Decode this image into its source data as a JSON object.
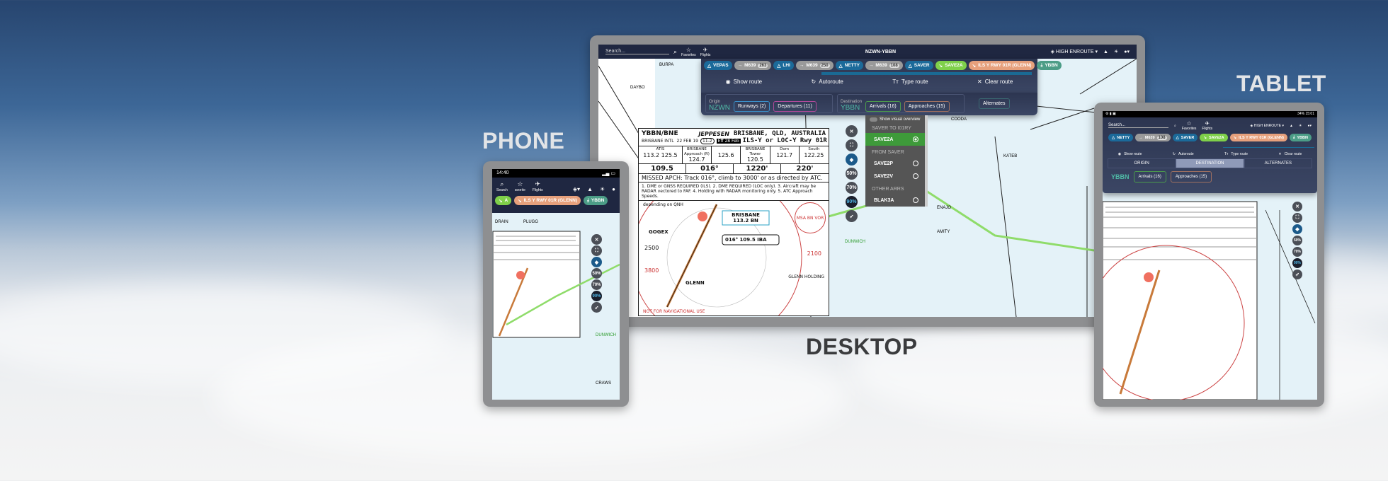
{
  "labels": {
    "phone": "PHONE",
    "desktop": "DESKTOP",
    "tablet": "TABLET"
  },
  "colors": {
    "navy": "#1f2741",
    "waypoint": "#1b6a9a",
    "airway": "#9a9a9a",
    "star": "#7fd04a",
    "approach": "#e6a07c",
    "destination": "#4c9d87",
    "route_line": "#8fdc6a"
  },
  "desktop": {
    "search_placeholder": "Search...",
    "favorites": "Favorites",
    "flights": "Flights",
    "route_title": "NZWN-YBBN",
    "layer": "HIGH ENROUTE",
    "route_pills": [
      {
        "label": "VEPAS",
        "type": "waypoint"
      },
      {
        "label": "M639",
        "num": "263",
        "type": "airway"
      },
      {
        "label": "LHI",
        "type": "waypoint"
      },
      {
        "label": "M639",
        "num": "250",
        "type": "airway"
      },
      {
        "label": "NETTY",
        "type": "waypoint"
      },
      {
        "label": "M639",
        "num": "108",
        "type": "airway"
      },
      {
        "label": "SAVER",
        "type": "waypoint"
      },
      {
        "label": "SAVE2A",
        "type": "star"
      },
      {
        "label": "ILS Y RWY 01R (GLENN)",
        "type": "approach"
      },
      {
        "label": "YBBN",
        "type": "destination"
      }
    ],
    "actions": {
      "show_route": "Show route",
      "autoroute": "Autoroute",
      "type_route": "Type route",
      "clear_route": "Clear route"
    },
    "origin": {
      "label": "Origin",
      "code": "NZWN",
      "runways": "Runways (2)",
      "departures": "Departures (11)"
    },
    "destination": {
      "label": "Destination",
      "code": "YBBN",
      "arrivals": "Arrivals (16)",
      "approaches": "Approaches (15)"
    },
    "alternates": "Alternates",
    "visual_overview": "Show visual overview",
    "arrivals_dropdown": {
      "sections": [
        {
          "title": "SAVER TO I01RY",
          "items": [
            {
              "label": "SAVE2A",
              "selected": true
            }
          ]
        },
        {
          "title": "FROM SAVER",
          "items": [
            {
              "label": "SAVE2P",
              "selected": false
            },
            {
              "label": "SAVE2V",
              "selected": false
            }
          ]
        },
        {
          "title": "OTHER ARRS",
          "items": [
            {
              "label": "BLAK3A",
              "selected": false
            }
          ]
        }
      ]
    },
    "map_controls": {
      "opacity": [
        "50%",
        "70%",
        "90%"
      ]
    },
    "map_labels": [
      "BURPA",
      "DAYBO",
      "COODA",
      "KATEB",
      "ENAJO",
      "AMITY",
      "DUNWICH",
      "GLENN",
      "GOGEX",
      "2500",
      "3800",
      "2100"
    ]
  },
  "chart": {
    "airport": "YBBN/BNE",
    "airport_name": "BRISBANE INTL",
    "brand": "JEPPESEN",
    "date": "22 FEB 19",
    "page": "11-2",
    "eff": "Eff 28 Feb",
    "title_line1": "BRISBANE, QLD, AUSTRALIA",
    "title_line2": "ILS-Y or LOC-Y Rwy 01R",
    "freqs": [
      {
        "label": "ATIS",
        "value": "113.2  125.5"
      },
      {
        "label": "BRISBANE Approach (R)",
        "value": "124.7"
      },
      {
        "label": "",
        "value": "125.6"
      },
      {
        "label": "BRISBANE Tower",
        "value": "120.5"
      },
      {
        "label": "Dom",
        "value": "121.7"
      },
      {
        "label": "South",
        "value": "122.25"
      }
    ],
    "loc": "109.5",
    "crs": "016°",
    "gs": "1220'",
    "da": "220'",
    "missed": "MISSED APCH: Track 016°, climb to 3000' or as directed by ATC.",
    "notes": "1. DME or GNSS REQUIRED (ILS). 2. DME REQUIRED (LOC only). 3. Aircraft may be RADAR vectored to FAF. 4. Holding with RADAR monitoring only. 5. ATC Approach Speeds.",
    "qnh": "depending on QNH",
    "vor": "BRISBANE 113.2 BN",
    "ils_label": "016° 109.5 IBA",
    "msa": "MSA BN VOR",
    "holding": "GLENN HOLDING",
    "not_for_nav": "NOT FOR NAVIGATIONAL USE"
  },
  "tablet": {
    "status_right": "34% 15:01",
    "search_placeholder": "Search...",
    "favorites": "Favorites",
    "flights": "Flights",
    "layer": "HIGH ENROUTE",
    "route_pills": [
      {
        "label": "NETTY",
        "type": "waypoint"
      },
      {
        "label": "M639",
        "num": "108",
        "type": "airway"
      },
      {
        "label": "SAVER",
        "type": "waypoint"
      },
      {
        "label": "SAVE2A",
        "type": "star"
      },
      {
        "label": "ILS Y RWY 01R (GLENN)",
        "type": "approach"
      },
      {
        "label": "YBBN",
        "type": "destination"
      }
    ],
    "actions": {
      "show_route": "Show route",
      "autoroute": "Autoroute",
      "type_route": "Type route",
      "clear_route": "Clear route"
    },
    "tabs": [
      "ORIGIN",
      "DESTINATION",
      "ALTERNATES"
    ],
    "active_tab": "DESTINATION",
    "dest_code": "YBBN",
    "arrivals": "Arrivals (16)",
    "approaches": "Approaches (15)"
  },
  "phone": {
    "time": "14:40",
    "search": "Search",
    "favorites": "avorite",
    "flights": "Flights",
    "route_pills": [
      {
        "label": "A",
        "type": "star"
      },
      {
        "label": "ILS Y RWY 01R (GLENN)",
        "type": "approach"
      },
      {
        "label": "YBBN",
        "type": "destination"
      }
    ],
    "map_labels": [
      "DRAIN",
      "PLUGG",
      "DUNWICH",
      "CRAWS"
    ]
  }
}
